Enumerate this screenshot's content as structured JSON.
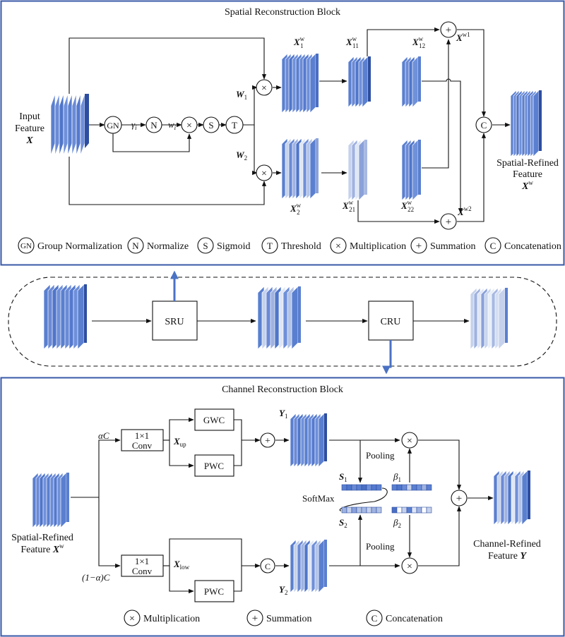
{
  "colors": {
    "panel_border": "#3a5aa8",
    "pipeline_arrow": "#4a72c4",
    "feature_front": "#5a7fd0",
    "feature_side": "#2d4ea0",
    "feature_light": "#c6d2ec",
    "line": "#111111"
  },
  "sru": {
    "title": "Spatial Reconstruction Block",
    "input_label_1": "Input",
    "input_label_2": "Feature",
    "input_label_3": "X",
    "gn": "GN",
    "n": "N",
    "s": "S",
    "t": "T",
    "times": "×",
    "plus": "+",
    "c": "C",
    "gamma": "γ",
    "gamma_sub": "i",
    "w": "w",
    "w_sub": "i",
    "W1": "W",
    "W1_sub": "1",
    "W2": "W",
    "W2_sub": "2",
    "X1w": "X",
    "X1w_sub": "1",
    "X2w": "X",
    "X2w_sub": "2",
    "X11w": "X",
    "X11w_sub": "11",
    "X12w": "X",
    "X12w_sub": "12",
    "X21w": "X",
    "X21w_sub": "21",
    "X22w": "X",
    "X22w_sub": "22",
    "w_sup": "w",
    "Xw1": "X",
    "Xw1_sup": "w1",
    "Xw2": "X",
    "Xw2_sup": "w2",
    "out_label_1": "Spatial-Refined",
    "out_label_2": "Feature",
    "out_label_3": "X",
    "out_label_3_sup": "w",
    "legend": [
      {
        "symbol": "GN",
        "label": "Group Normalization"
      },
      {
        "symbol": "N",
        "label": "Normalize"
      },
      {
        "symbol": "S",
        "label": "Sigmoid"
      },
      {
        "symbol": "T",
        "label": "Threshold"
      },
      {
        "symbol": "×",
        "label": "Multiplication"
      },
      {
        "symbol": "+",
        "label": "Summation"
      },
      {
        "symbol": "C",
        "label": "Concatenation"
      }
    ]
  },
  "pipeline": {
    "sru": "SRU",
    "cru": "CRU"
  },
  "cru": {
    "title": "Channel Reconstruction Block",
    "in_label_1": "Spatial-Refined",
    "in_label_2": "Feature",
    "in_label_2b": "X",
    "in_label_2b_sup": "w",
    "alpha_c": "αC",
    "one_minus_alpha_c": "(1−α)C",
    "conv_1": "1×1",
    "conv_2": "Conv",
    "x_up": "X",
    "x_up_sub": "up",
    "x_low": "X",
    "x_low_sub": "low",
    "gwc": "GWC",
    "pwc": "PWC",
    "pwc2": "PWC",
    "y1": "Y",
    "y1_sub": "1",
    "y2": "Y",
    "y2_sub": "2",
    "pooling": "Pooling",
    "pooling2": "Pooling",
    "softmax": "SoftMax",
    "s1": "S",
    "s1_sub": "1",
    "s2": "S",
    "s2_sub": "2",
    "beta1": "β",
    "beta1_sub": "1",
    "beta2": "β",
    "beta2_sub": "2",
    "out_label_1": "Channel-Refined",
    "out_label_2": "Feature",
    "out_label_2b": "Y",
    "legend": [
      {
        "symbol": "×",
        "label": "Multiplication"
      },
      {
        "symbol": "+",
        "label": "Summation"
      },
      {
        "symbol": "C",
        "label": "Concatenation"
      }
    ]
  }
}
